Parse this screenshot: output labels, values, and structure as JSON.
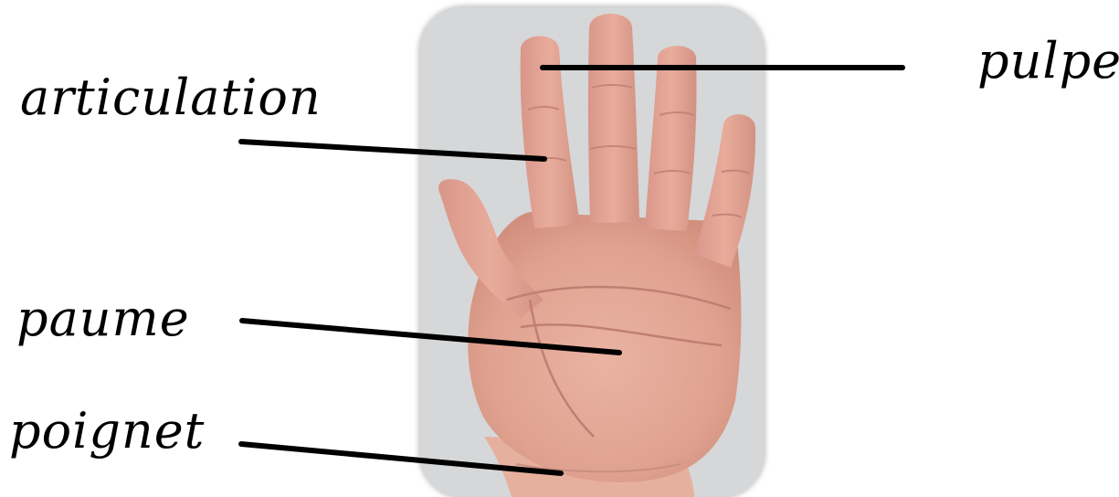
{
  "diagram": {
    "labels": {
      "articulation": "articulation",
      "paume": "paume",
      "poignet": "poignet",
      "pulpe": "pulpe"
    },
    "photo_subject": "open-hand-palm",
    "colors": {
      "label_text": "#000000",
      "leader_line": "#000000",
      "skin": "#e3a493",
      "background": "#d6d8d9"
    }
  }
}
